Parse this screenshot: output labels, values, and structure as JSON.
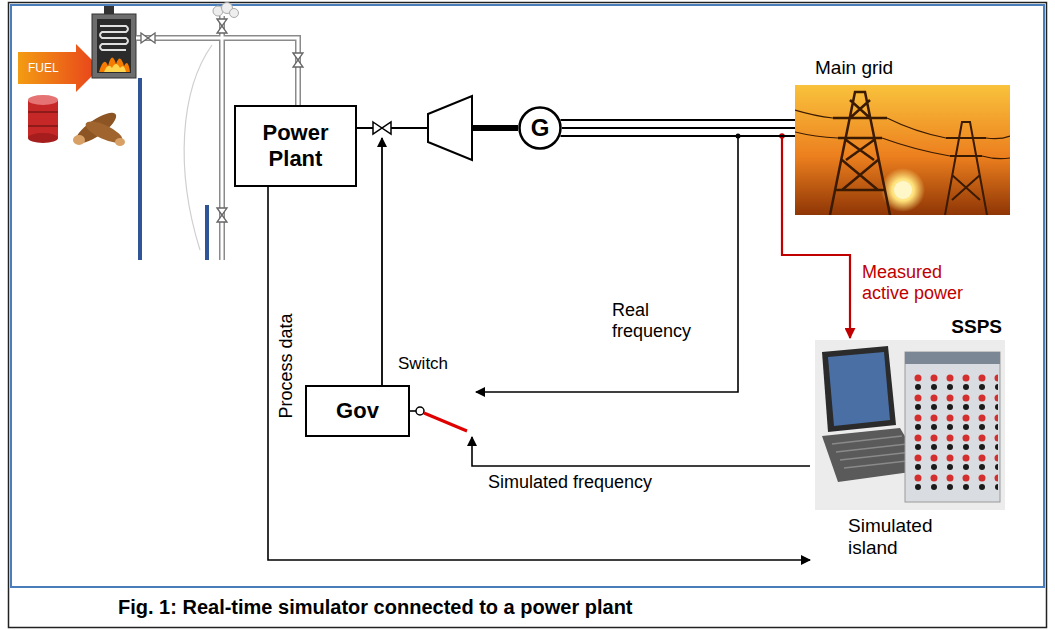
{
  "diagram": {
    "caption": "Fig. 1: Real-time simulator connected to a power plant",
    "nodes": [
      {
        "text": [
          "Power Plant"
        ]
      },
      {
        "text": [
          "G"
        ]
      },
      {
        "text": [
          "Main grid"
        ]
      },
      {
        "text": [
          "Gov"
        ]
      },
      {
        "text": [
          "SSPS",
          "Simulated island"
        ]
      }
    ],
    "edges": [
      {
        "from": 1,
        "to": 2,
        "arrow": "none"
      },
      {
        "from": 0,
        "to": 4,
        "arrow": "to",
        "label": "Process data"
      }
    ],
    "labels": [
      "FUEL",
      "Real frequency",
      "Measured active power",
      "Switch",
      "Simulated frequency"
    ]
  }
}
